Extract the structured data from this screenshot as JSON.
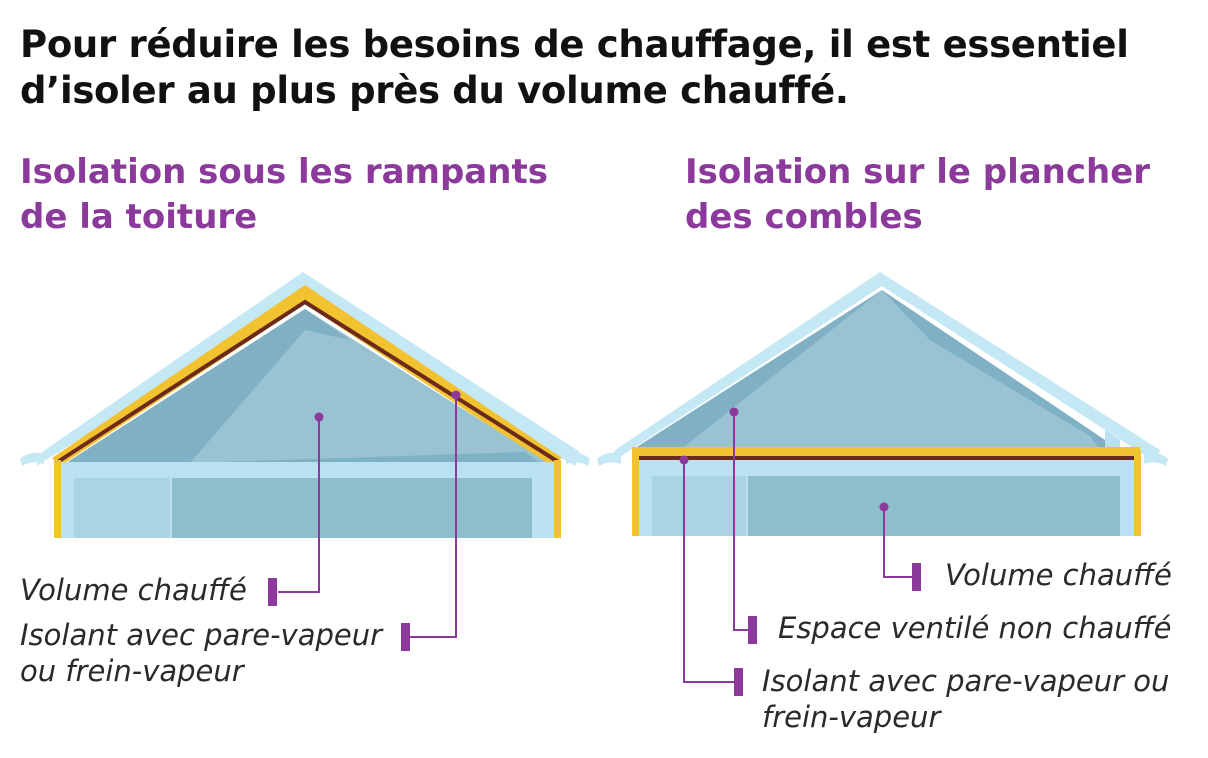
{
  "heading": "Pour réduire les besoins de chauffage, il est essentiel d’isoler au plus près du volume chauffé.",
  "left": {
    "title_line1": "Isolation sous les rampants",
    "title_line2": "de la toiture",
    "label_volume": "Volume chauffé",
    "label_isolant_line1": "Isolant avec pare-vapeur",
    "label_isolant_line2": "ou frein-vapeur"
  },
  "right": {
    "title_line1": "Isolation sur le plancher",
    "title_line2": "des combles",
    "label_volume": "Volume chauffé",
    "label_espace": "Espace ventilé non chauffé",
    "label_isolant_line1": "Isolant avec pare-vapeur ou",
    "label_isolant_line2": "frein-vapeur"
  },
  "colors": {
    "roof_edge": "#c4e8f4",
    "room": "#b9e1ef",
    "room_dark": "#8ebdcc",
    "attic": "#7fb0c4",
    "attic_light": "#99c3d2",
    "insulation": "#f2c230",
    "vapor_barrier": "#6b2a1c",
    "leader": "#8b3a9c",
    "text": "#2a2a2a"
  }
}
